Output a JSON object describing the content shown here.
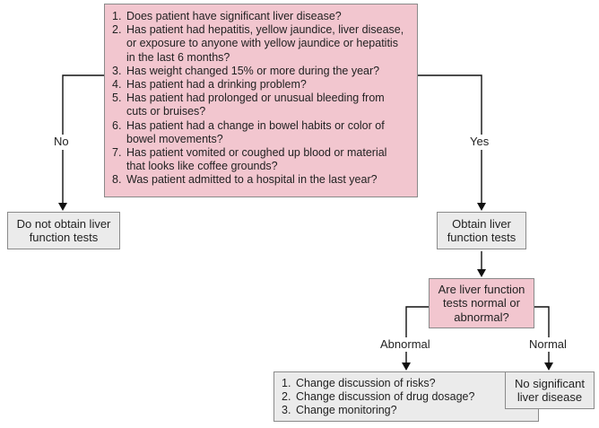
{
  "questions_box": {
    "items": [
      {
        "num": "1.",
        "text": "Does patient have significant liver disease?"
      },
      {
        "num": "2.",
        "text": "Has patient had hepatitis, yellow jaundice, liver disease, or exposure to anyone with yellow jaundice or hepatitis in the last 6 months?"
      },
      {
        "num": "3.",
        "text": "Has weight changed 15% or more during the year?"
      },
      {
        "num": "4.",
        "text": "Has patient had a drinking problem?"
      },
      {
        "num": "5.",
        "text": "Has patient had prolonged or unusual bleeding from cuts or bruises?"
      },
      {
        "num": "6.",
        "text": "Has patient had a change in bowel habits or color of bowel movements?"
      },
      {
        "num": "7.",
        "text": "Has patient vomited or coughed up blood or material that looks like coffee grounds?"
      },
      {
        "num": "8.",
        "text": "Was patient admitted to a hospital in the last year?"
      }
    ]
  },
  "branch_no_label": "No",
  "branch_yes_label": "Yes",
  "no_outcome": "Do not obtain liver function tests",
  "yes_outcome": "Obtain liver function tests",
  "decision_box": "Are liver function tests normal or abnormal?",
  "branch_abnormal_label": "Abnormal",
  "branch_normal_label": "Normal",
  "abnormal_box": {
    "items": [
      {
        "num": "1.",
        "text": "Change discussion of risks?"
      },
      {
        "num": "2.",
        "text": "Change discussion of drug dosage?"
      },
      {
        "num": "3.",
        "text": "Change monitoring?"
      }
    ]
  },
  "normal_outcome": "No significant liver disease",
  "colors": {
    "pink_fill": "#f2c6cf",
    "gray_fill": "#ebebeb",
    "border": "#8a8a8a"
  }
}
